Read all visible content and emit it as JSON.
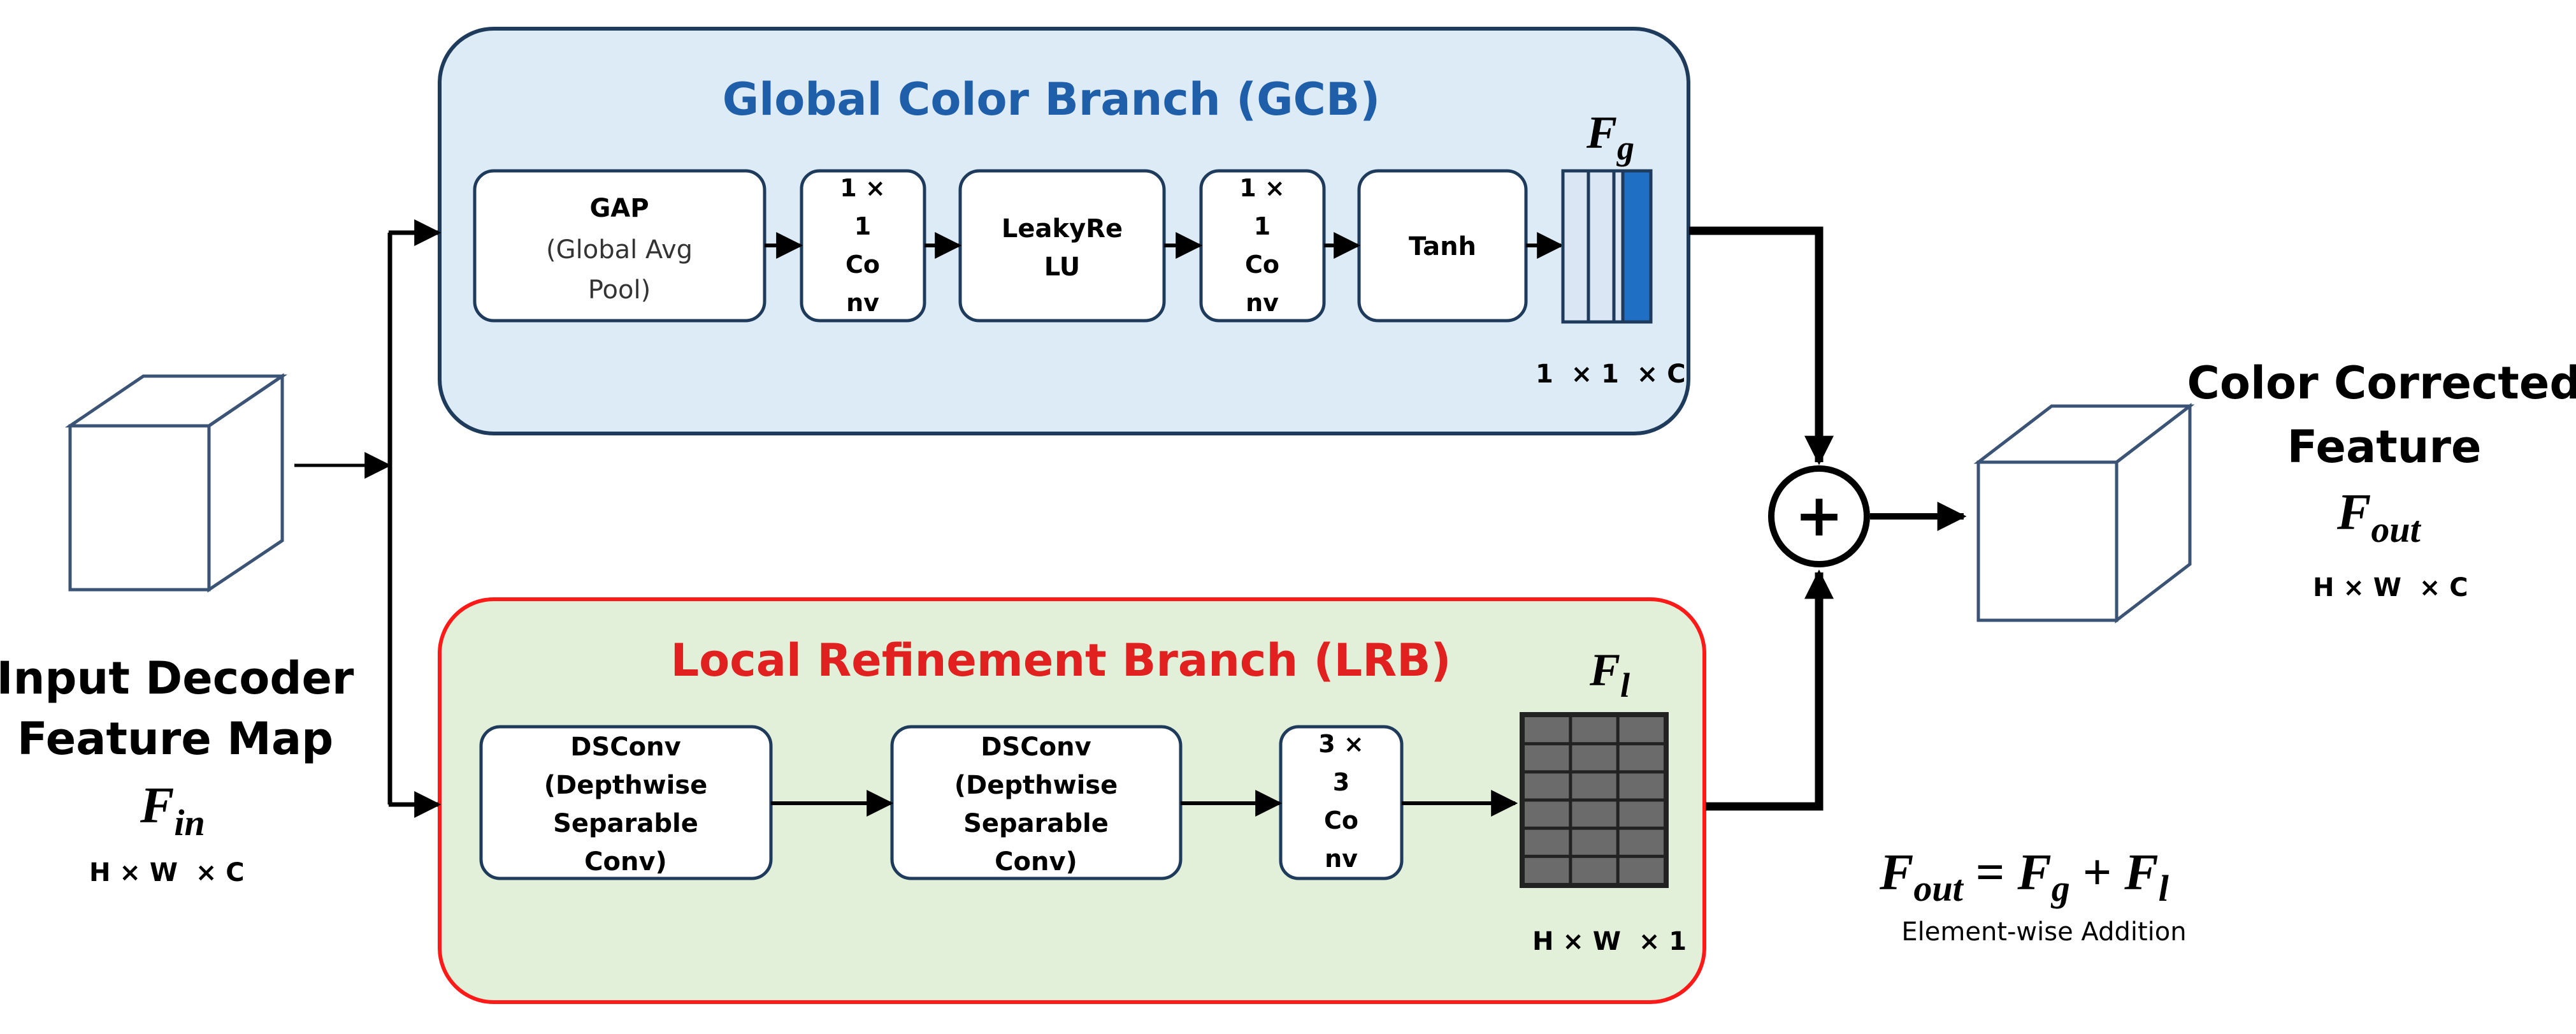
{
  "gcb": {
    "title": "Global Color Branch (GCB)",
    "title_color": "#1f5ea8",
    "fill": "#ddebf7",
    "stroke": "#1f3b5c",
    "blocks": [
      {
        "lines": [
          "GAP"
        ],
        "sub": [
          "(Global Avg",
          "Pool)"
        ]
      },
      {
        "lines": [
          "1 ×",
          "1",
          "Co",
          "nv"
        ]
      },
      {
        "lines": [
          "LeakyRe",
          "LU"
        ]
      },
      {
        "lines": [
          "1 ×",
          "1",
          "Co",
          "nv"
        ]
      },
      {
        "lines": [
          "Tanh"
        ]
      }
    ],
    "output_label": "F",
    "output_sub": "g",
    "output_dims": "1  × 1  × C",
    "output_colors": [
      "#dbe6f4",
      "#dbe6f4",
      "#dbe6f4",
      "#1f6fc4"
    ]
  },
  "lrb": {
    "title": "Local Refinement Branch (LRB)",
    "title_color": "#e0211f",
    "fill": "#e2f0d9",
    "stroke": "#ff1a1a",
    "blocks": [
      {
        "lines": [
          "DSConv",
          "(Depthwise",
          "Separable",
          "Conv)"
        ]
      },
      {
        "lines": [
          "DSConv",
          "(Depthwise",
          "Separable",
          "Conv)"
        ]
      },
      {
        "lines": [
          "3 ×",
          "3",
          "Co",
          "nv"
        ]
      }
    ],
    "output_label": "F",
    "output_sub": "l",
    "output_dims": "H × W  × 1",
    "grid_color": "#6b6b6b"
  },
  "input": {
    "title_lines": [
      "Input Decoder",
      "Feature Map"
    ],
    "symbol": "F",
    "symbol_sub": "in",
    "dims": "H × W  × C"
  },
  "output": {
    "title_lines": [
      "Color Corrected",
      "Feature"
    ],
    "symbol": "F",
    "symbol_sub": "out",
    "dims": "H × W  × C"
  },
  "adder": {
    "symbol": "+"
  },
  "equation": {
    "lhs": "F",
    "lhs_sub": "out",
    "eq": " = ",
    "t1": "F",
    "t1_sub": "g",
    "plus": " + ",
    "t2": "F",
    "t2_sub": "l",
    "caption": "Element-wise Addition"
  },
  "colors": {
    "line": "#000000",
    "block_fill": "#ffffff",
    "block_stroke": "#1f3b5c",
    "cube_stroke": "#3b5375"
  }
}
